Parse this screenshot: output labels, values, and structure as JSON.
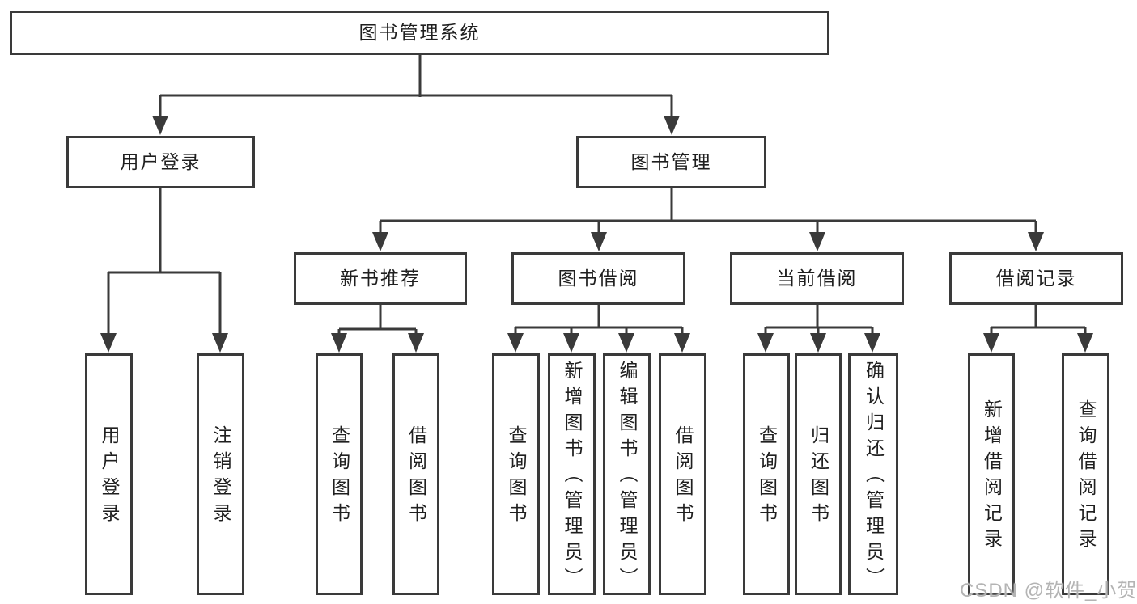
{
  "diagram_title": "图书管理系统",
  "nodes": {
    "root": "图书管理系统",
    "user_login": "用户登录",
    "book_mgmt": "图书管理",
    "ul_login": "用户登录",
    "ul_logout": "注销登录",
    "new_books": "新书推荐",
    "book_borrow": "图书借阅",
    "current_borrow": "当前借阅",
    "borrow_records": "借阅记录",
    "nb_query": "查询图书",
    "nb_borrow": "借阅图书",
    "bb_query": "查询图书",
    "bb_add": "新增图书（管理员）",
    "bb_edit": "编辑图书（管理员）",
    "bb_borrow": "借阅图书",
    "cb_query": "查询图书",
    "cb_return": "归还图书",
    "cb_confirm": "确认归还（管理员）",
    "br_add": "新增借阅记录",
    "br_query": "查询借阅记录"
  },
  "watermark": "CSDN @软件_小贺同学",
  "colors": {
    "line": "#3a3a3a",
    "text": "#1f1f1f",
    "watermark": "#b4b4b4",
    "background": "#ffffff"
  }
}
